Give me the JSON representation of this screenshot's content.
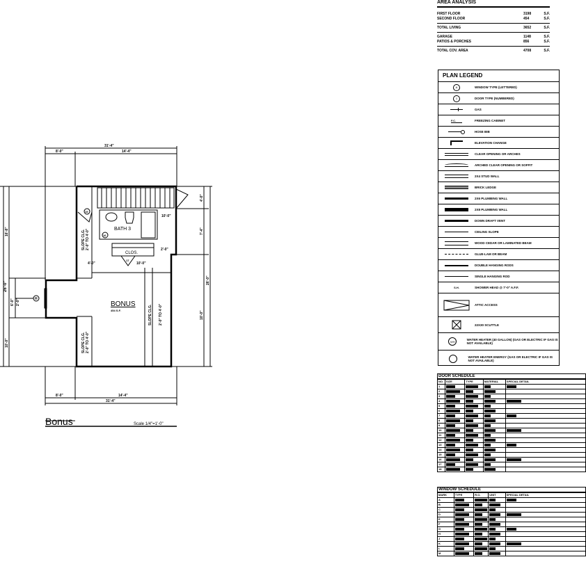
{
  "plan": {
    "room_name": "BONUS",
    "room_area": "454 S.F.",
    "bath": "BATH 3",
    "closet": "CLOS.",
    "window_tag": "H",
    "door_tag_1": "15",
    "door_tag_2": "16",
    "door_tag_3": "17",
    "dims": {
      "overall": "31'-4\"",
      "top_left": "8'-0\"",
      "top_right": "14'-4\"",
      "bottom_left": "8'-0\"",
      "bottom_right": "14'-4\"",
      "bottom_overall": "31'-4\"",
      "left_1": "16'-8\"",
      "left_2": "26'-0\"",
      "left_3": "6'-0\"",
      "left_4": "2'-0\"",
      "left_5": "10'-0\"",
      "right_1": "4'-0\"",
      "right_2": "7'-4\"",
      "right_3": "26'-0\"",
      "right_4": "10'-0\"",
      "small_1": "4'-0\"",
      "small_2": "2'-0\"",
      "small_3": "10'-0\"",
      "small_4": "10'-0\""
    },
    "slope_notes": [
      "SLOPE CLG.",
      "2'-0\" TO 4'-0\""
    ],
    "title": "Bonus",
    "scale": "Scale 1/4\"=1'-0\""
  },
  "area_analysis": {
    "title": "AREA ANALYSIS",
    "rows": [
      {
        "label": "FIRST FLOOR",
        "value": "3198",
        "unit": "S.F."
      },
      {
        "label": "SECOND FLOOR",
        "value": "454",
        "unit": "S.F."
      },
      {
        "label": "TOTAL LIVING",
        "value": "3652",
        "unit": "S.F."
      },
      {
        "label": "GARAGE",
        "value": "1148",
        "unit": "S.F."
      },
      {
        "label": "PATIOS & PORCHES",
        "value": "856",
        "unit": "S.F."
      },
      {
        "label": "TOTAL COV. AREA",
        "value": "4708",
        "unit": "S.F."
      }
    ]
  },
  "legend": {
    "title": "PLAN LEGEND",
    "items": [
      {
        "icon": "window-tag",
        "label": "WINDOW TYPE (LETTERED)"
      },
      {
        "icon": "door-tag",
        "label": "DOOR TYPE (NUMBERED)"
      },
      {
        "icon": "gas",
        "label": "GAS"
      },
      {
        "icon": "freezing-cabinet",
        "label": "FREEZING CABINET"
      },
      {
        "icon": "hose-bib",
        "label": "HOSE BIB"
      },
      {
        "icon": "elevation-change",
        "label": "ELEVATION CHANGE"
      },
      {
        "icon": "clear-opening",
        "label": "CLEAR OPENING OR ARCHES"
      },
      {
        "icon": "arched-opening",
        "label": "ARCHED CLEAR OPENING OR SOFFIT"
      },
      {
        "icon": "stud-wall",
        "label": "2X4 STUD WALL"
      },
      {
        "icon": "brick-ledge",
        "label": "BRICK LEDGE"
      },
      {
        "icon": "plumbing-wall-6",
        "label": "2X6 PLUMBING WALL"
      },
      {
        "icon": "plumbing-wall-8",
        "label": "2X8 PLUMBING WALL"
      },
      {
        "icon": "down-draft-vent",
        "label": "DOWN DRAFT VENT"
      },
      {
        "icon": "ceiling-slope",
        "label": "CEILING SLOPE"
      },
      {
        "icon": "wood-beam",
        "label": "WOOD CEDAR OR LAMINATED BEAM"
      },
      {
        "icon": "glue-lam",
        "label": "GLUE-LAM OR BEAM"
      },
      {
        "icon": "double-rod",
        "label": "DOUBLE HANGING RODS"
      },
      {
        "icon": "single-rod",
        "label": "SINGLE HANGING ROD"
      },
      {
        "icon": "shower-head",
        "label": "SHOWER HEAD @ 7'-0\" A.F.F."
      },
      {
        "icon": "attic-access",
        "label": "ATTIC ACCESS"
      },
      {
        "icon": "scuttle",
        "label": "22X30 SCUTTLE"
      },
      {
        "icon": "water-heater",
        "label": "WATER HEATER (40 GALLON) (GAS OR ELECTRIC IF GAS IS NOT AVAILABLE)"
      },
      {
        "icon": "water-heater-energy",
        "label": "WATER HEATER ENERGY (GAS OR ELECTRIC IF GAS IS NOT AVAILABLE)"
      }
    ]
  },
  "door_schedule": {
    "title": "DOOR SCHEDULE",
    "headers": [
      "NO.",
      "SIZE",
      "TYPE",
      "MATERIAL",
      "SPECIAL DETAIL"
    ],
    "rows": [
      "1",
      "2",
      "3",
      "4",
      "5",
      "6",
      "7",
      "8",
      "9",
      "10",
      "11",
      "12",
      "13",
      "14",
      "15",
      "16",
      "17",
      "18"
    ]
  },
  "window_schedule": {
    "title": "WINDOW SCHEDULE",
    "headers": [
      "MARK",
      "TYPE",
      "R.O.",
      "UNIT",
      "SPECIAL DETAIL"
    ],
    "rows": [
      "A",
      "B",
      "C",
      "D",
      "E",
      "F",
      "G",
      "H",
      "J",
      "K",
      "L",
      "M"
    ]
  }
}
